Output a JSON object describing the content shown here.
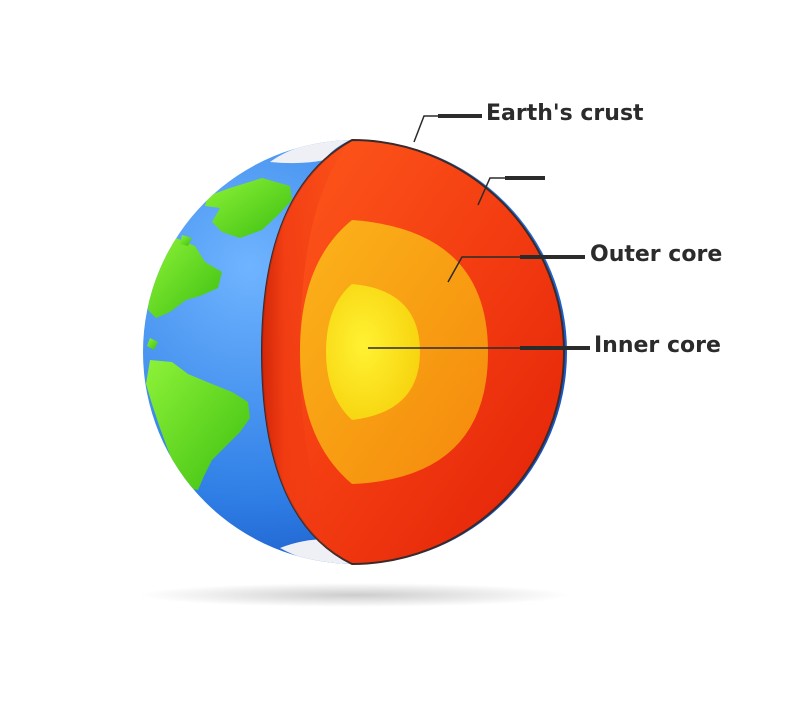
{
  "labels": {
    "crust": "Earth's crust",
    "mantle": "",
    "outer_core": "Outer core",
    "inner_core": "Inner core"
  },
  "colors": {
    "ocean": "#2f7fe6",
    "land": "#66dd22",
    "ice": "#e9ecf4",
    "mantle": "#f03010",
    "outer_core": "#f8a010",
    "inner_core": "#f8e010",
    "leader_line": "#2b2b2b"
  }
}
